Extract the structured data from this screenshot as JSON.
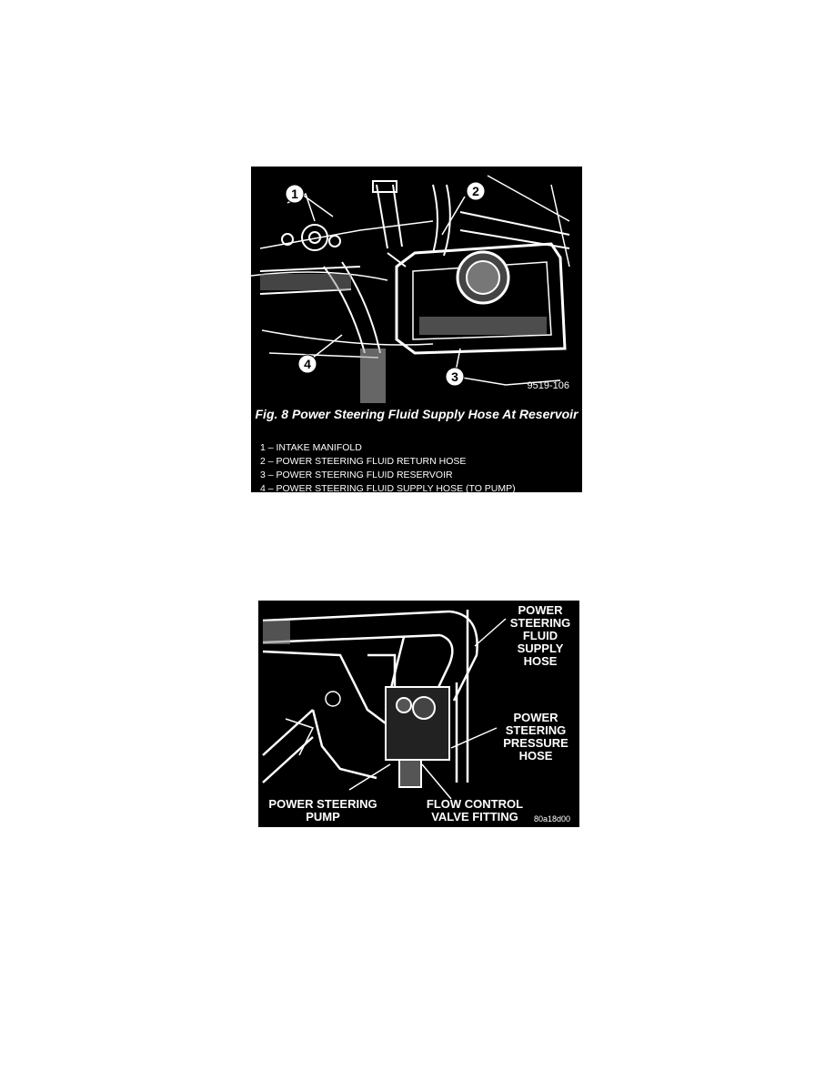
{
  "figure1": {
    "callouts": [
      "1",
      "2",
      "3",
      "4"
    ],
    "image_code": "9519-106",
    "caption": "Fig. 8 Power Steering Fluid Supply Hose At Reservoir",
    "legend": [
      "1  –  INTAKE MANIFOLD",
      "2  –  POWER STEERING FLUID RETURN HOSE",
      "3  –  POWER STEERING FLUID RESERVOIR",
      "4  –  POWER STEERING FLUID SUPPLY HOSE (TO PUMP)"
    ]
  },
  "figure2": {
    "labels": {
      "supply_hose": "POWER STEERING FLUID SUPPLY HOSE",
      "pressure_hose": "POWER STEERING PRESSURE HOSE",
      "pump": "POWER STEERING PUMP",
      "flow_control": "FLOW CONTROL VALVE FITTING"
    },
    "image_code": "80a18d00"
  }
}
